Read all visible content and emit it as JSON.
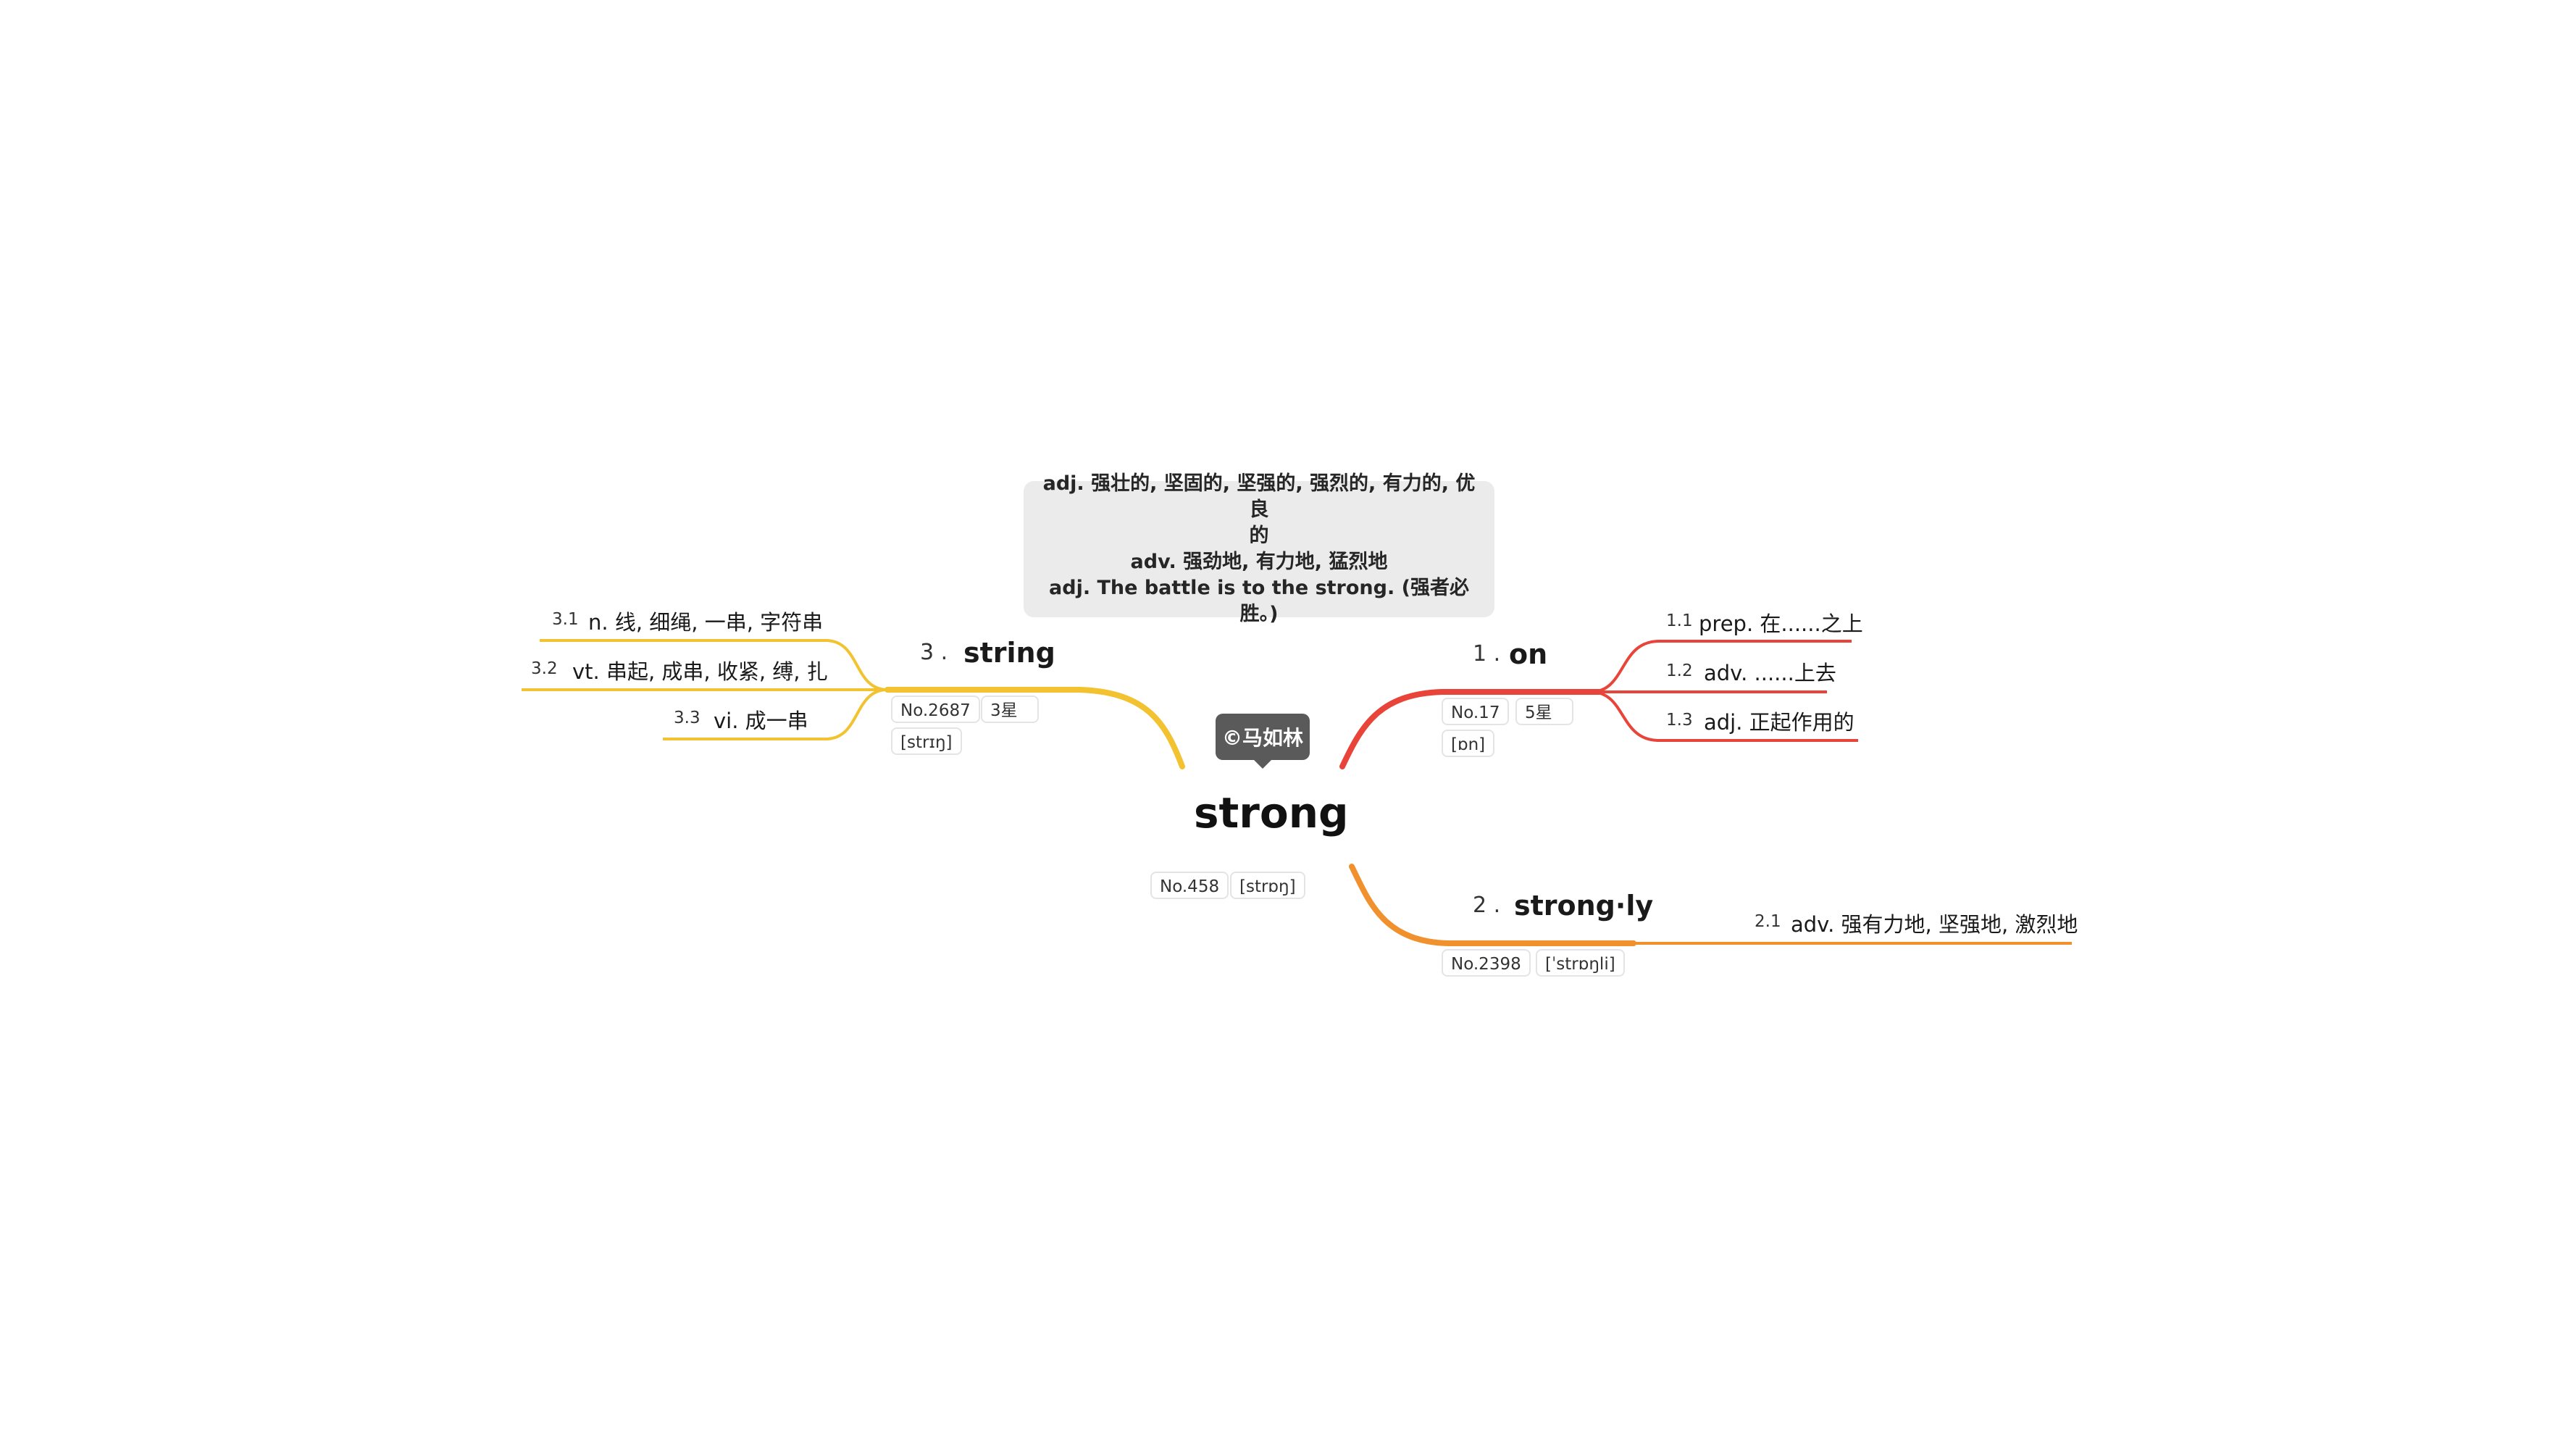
{
  "definition_box": {
    "line1": "adj. 强壮的, 坚固的, 坚强的, 强烈的, 有力的, 优良",
    "line2": "的",
    "line3": "adv. 强劲地, 有力地, 猛烈地",
    "line4": "adj. The battle is to the strong. (强者必胜。)"
  },
  "callout": "©马如林",
  "central": {
    "word": "strong",
    "tags": [
      "No.458",
      "[strɒŋ]"
    ]
  },
  "branches": [
    {
      "number": "1 .",
      "word": "on",
      "color": "#e8443a",
      "tags": [
        "No.17",
        "5星",
        "[ɒn]"
      ],
      "subtopics": [
        {
          "number": "1.1",
          "text": "prep. 在......之上"
        },
        {
          "number": "1.2",
          "text": "adv. ......上去"
        },
        {
          "number": "1.3",
          "text": "adj. 正起作用的"
        }
      ]
    },
    {
      "number": "2 .",
      "word": "strong·ly",
      "color": "#f0912e",
      "tags": [
        "No.2398",
        "[ˈstrɒŋli]"
      ],
      "subtopics": [
        {
          "number": "2.1",
          "text": "adv. 强有力地, 坚强地, 激烈地"
        }
      ]
    },
    {
      "number": "3 .",
      "word": "string",
      "color": "#f2c230",
      "tags": [
        "No.2687",
        "3星",
        "[strɪŋ]"
      ],
      "subtopics": [
        {
          "number": "3.1",
          "text": "n. 线, 细绳, 一串, 字符串"
        },
        {
          "number": "3.2",
          "text": "vt. 串起, 成串, 收紧, 缚, 扎"
        },
        {
          "number": "3.3",
          "text": "vi. 成一串"
        }
      ]
    }
  ]
}
